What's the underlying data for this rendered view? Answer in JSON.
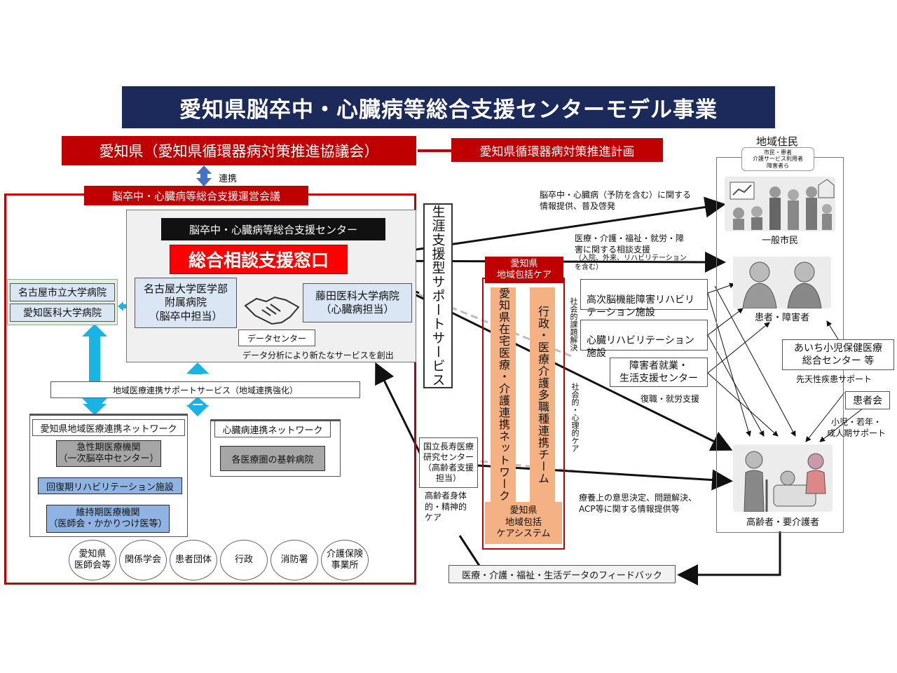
{
  "title": "愛知県脳卒中・心臓病等総合支援センターモデル事業",
  "prefecture": {
    "banner": "愛知県（愛知県循環器病対策推進協議会）",
    "plan": "愛知県循環器病対策推進計画",
    "link_label": "連携"
  },
  "council": {
    "title": "脳卒中・心臓病等総合支援運営会議",
    "left_hospitals": [
      "名古屋市立大学病院",
      "愛知医科大学病院"
    ],
    "center": {
      "label": "脳卒中・心臓病等総合支援センター",
      "window": "総合相談支援窓口",
      "nagoya_univ": "名古屋大学医学部\n附属病院\n（脳卒中担当）",
      "fujita": "藤田医科大学病院\n（心臓病担当）",
      "data_center": "データセンター",
      "data_note": "データ分析により新たなサービスを創出"
    },
    "regional_support": "地域医療連携サポートサービス（地域連携強化）",
    "network_left": {
      "title": "愛知県地域医療連携ネットワーク",
      "acute": "急性期医療機関\n（一次脳卒中センター）",
      "rehab": "回復期リハビリテーション施設",
      "maintenance": "維持期医療機関\n（医師会・かかりつけ医等）"
    },
    "network_right": {
      "title": "心臓病連携ネットワーク",
      "core": "各医療圏の基幹病院"
    },
    "stakeholders": [
      "愛知県\n医師会等",
      "関係学会",
      "患者団体",
      "行政",
      "消防署",
      "介護保険\n事業所"
    ]
  },
  "lifelong_support": "生涯支援型サポートサービス",
  "community_care": {
    "header": "愛知県\n地域包括ケア",
    "column_left": "愛知県在宅医療・介護連携ネットワーク",
    "column_right": "行政・医療介護多職種連携チーム",
    "system": "愛知県\n地域包括\nケアシステム"
  },
  "ncgg": {
    "box": "国立長寿医療\n研究センター\n（高齢者支援\n担当）",
    "note": "高齢者身体\n的・精神的\nケア"
  },
  "facilities": {
    "brain_rehab": "高次脳機能障害リハビリ\nテーション施設",
    "heart_rehab": "心臓リハビリテーション\n施設",
    "employment": "障害者就業・\n生活支援センター",
    "employment_note": "復職・就労支援",
    "social_issue": "社会的課題解決",
    "social_psych": "社会的・心理的ケア"
  },
  "residents": {
    "title": "地域住民",
    "subtitle": "市民・患者\n介護サービス利用者\n障害者ら",
    "general": "一般市民",
    "patients": "患者・障害者",
    "elderly": "高齢者・要介護者"
  },
  "right_side": {
    "child_center": "あいち小児保健医療\n総合センター 等",
    "congenital": "先天性疾患サポート",
    "patient_assoc": "患者会",
    "age_support": "小児・若年・\n成人期サポート"
  },
  "arrows": {
    "info": "脳卒中・心臓病（予防を含む）に関する\n情報提供、普及啓発",
    "consult": "医療・介護・福祉・就労・障\n害に関する相談支援",
    "consult_sub": "（入院、外来、リハビリテーション\nを含む）",
    "decision": "療養上の意思決定、問題解決、\nACP等に関する情報提供等",
    "feedback": "医療・介護・福祉・生活データのフィードバック"
  },
  "colors": {
    "navy": "#1b2a5a",
    "red": "#c00000",
    "salmon": "#f4b183",
    "cyan": "#19b3e6",
    "grey_fill": "#a6a6a6",
    "blue_fill": "#8fb4e3"
  }
}
